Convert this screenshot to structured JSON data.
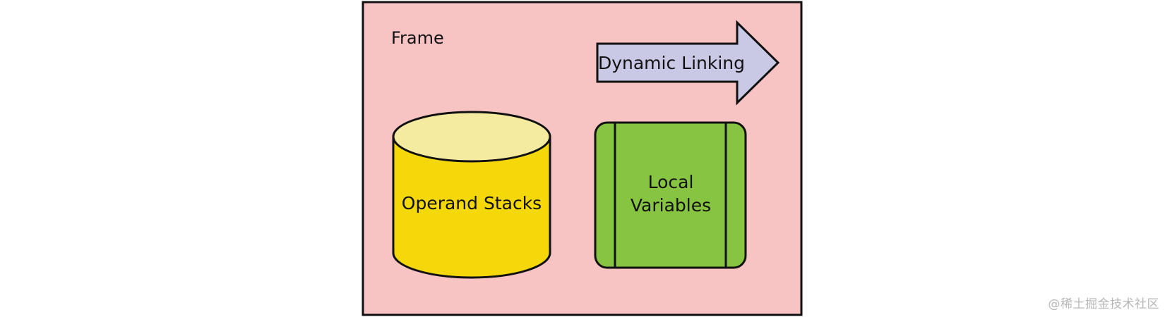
{
  "diagram": {
    "frame": {
      "label": "Frame",
      "fill": "#f8c3c3"
    },
    "dynamic_linking": {
      "label": "Dynamic Linking",
      "fill": "#c9c9e6"
    },
    "operand_stacks": {
      "label": "Operand Stacks",
      "fill_body": "#f4d80a",
      "fill_top": "#f5eba0"
    },
    "local_variables": {
      "label_line1": "Local",
      "label_line2": "Variables",
      "fill": "#87c442"
    },
    "stroke": "#111111"
  },
  "watermark": "@稀土掘金技术社区"
}
